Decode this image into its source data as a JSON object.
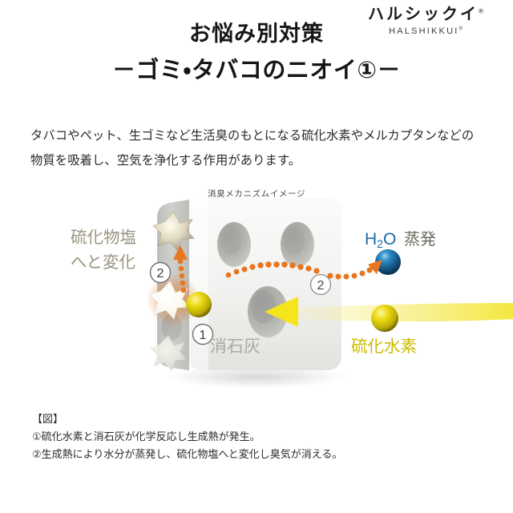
{
  "brand": {
    "name_jp": "ハルシックイ",
    "name_en": "HALSHIKKUI",
    "registered_mark": "®"
  },
  "heading": {
    "line1": "お悩み別対策",
    "line2": "－ゴミ・タバコのニオイ①－"
  },
  "lead": {
    "text": "タバコやペット、生ゴミなど生活臭のもとになる硫化水素やメルカプタンなどの物質を吸着し、空気を浄化する作用があります。"
  },
  "figure": {
    "caption": "消臭メカニズムイメージ",
    "labels": {
      "left_conversion_line1": "硫化物塩",
      "left_conversion_line2": "へと変化",
      "water_vapor": "H2O 蒸発",
      "water_vapor_formula": "H",
      "water_vapor_sub": "2",
      "water_vapor_formula_tail": "O",
      "water_vapor_word": "蒸発",
      "hydrogen_sulfide": "硫化水素",
      "slaked_lime": "消石灰"
    },
    "step_markers": {
      "step1": "1",
      "step2_left": "2",
      "step2_right": "2"
    },
    "colors": {
      "vapor_blue": "#1a6ba8",
      "sulfide_gold": "#d6c400",
      "dotted_orange": "#e8761e",
      "arrow_yellow": "#f5e31e",
      "label_taupe": "#9a9480",
      "lime_grey": "#a8a8a8",
      "block_light": "#f2f2f0",
      "block_mid": "#d9d9d6",
      "block_dark": "#b8b8b5"
    }
  },
  "footnote": {
    "title": "【図】",
    "item1": "①硫化水素と消石灰が化学反応し生成熱が発生。",
    "item2": "②生成熱により水分が蒸発し、硫化物塩へと変化し臭気が消える。"
  }
}
